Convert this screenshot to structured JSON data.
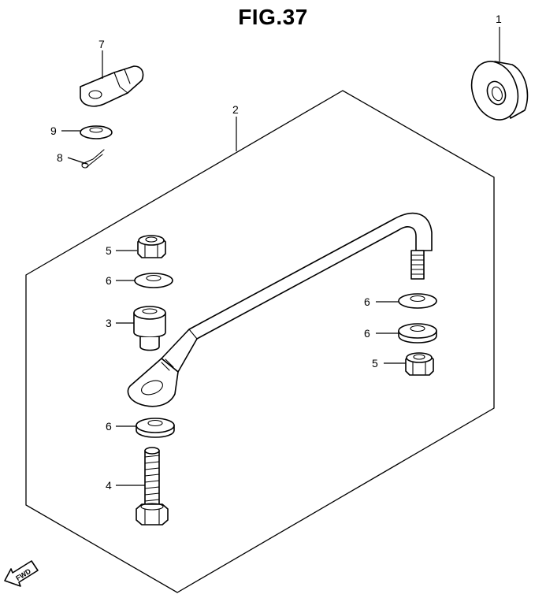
{
  "figure": {
    "title": "FIG.37"
  },
  "callouts": {
    "c1": "1",
    "c2": "2",
    "c3": "3",
    "c4": "4",
    "c5a": "5",
    "c5b": "5",
    "c6a": "6",
    "c6b": "6",
    "c6c": "6",
    "c6d": "6",
    "c7": "7",
    "c8": "8",
    "c9": "9"
  },
  "direction_arrow": {
    "label": "FWD"
  }
}
